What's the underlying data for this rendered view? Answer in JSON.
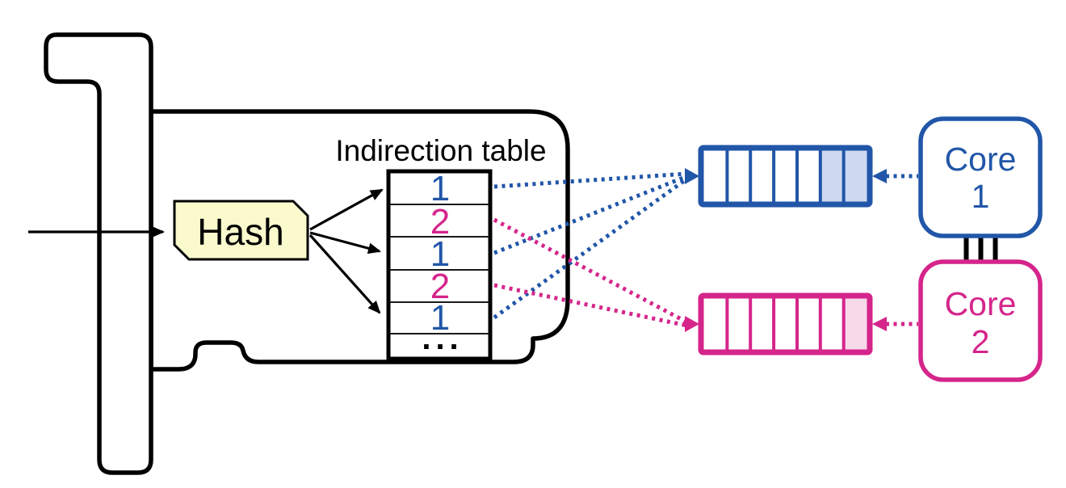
{
  "colors": {
    "blue": "#2156a8",
    "pink": "#d5258b",
    "light_blue": "#cdd9f1",
    "light_pink": "#f7d9e9",
    "hash_fill": "#fafacd",
    "outline": "#000000"
  },
  "nic": {
    "hash": {
      "label": "Hash"
    },
    "indirection_table": {
      "title": "Indirection table",
      "rows": [
        {
          "value": "1",
          "target_core": "1"
        },
        {
          "value": "2",
          "target_core": "2"
        },
        {
          "value": "1",
          "target_core": "1"
        },
        {
          "value": "2",
          "target_core": "2"
        },
        {
          "value": "1",
          "target_core": "1"
        },
        {
          "value": "...",
          "target_core": ""
        }
      ]
    }
  },
  "queues": [
    {
      "name": "core1-queue",
      "cells": 7,
      "filled_cells": 2,
      "color": "blue"
    },
    {
      "name": "core2-queue",
      "cells": 7,
      "filled_cells": 1,
      "color": "pink"
    }
  ],
  "cores": [
    {
      "name": "Core",
      "number": "1",
      "color": "blue"
    },
    {
      "name": "Core",
      "number": "2",
      "color": "pink"
    }
  ]
}
